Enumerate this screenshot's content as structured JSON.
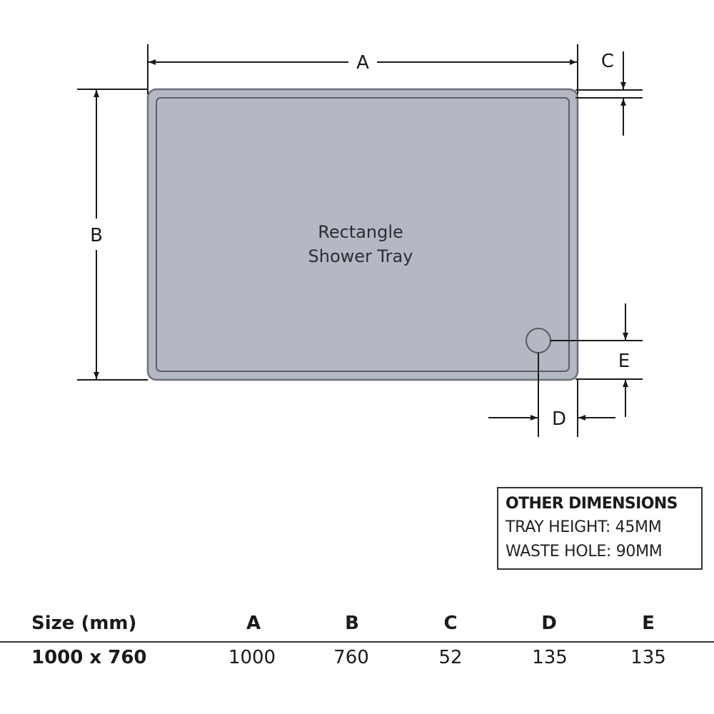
{
  "diagram": {
    "tray_label_line1": "Rectangle",
    "tray_label_line2": "Shower Tray",
    "labels": {
      "a": "A",
      "b": "B",
      "c": "C",
      "d": "D",
      "e": "E"
    },
    "colors": {
      "tray_fill": "#b3b8c2",
      "tray_stroke": "#6b707a",
      "line": "#1a1a1a"
    }
  },
  "other_dimensions": {
    "title": "OTHER DIMENSIONS",
    "lines": [
      "TRAY HEIGHT: 45MM",
      "WASTE HOLE: 90MM"
    ]
  },
  "table": {
    "headers": [
      "Size (mm)",
      "A",
      "B",
      "C",
      "D",
      "E"
    ],
    "rows": [
      [
        "1000 x 760",
        "1000",
        "760",
        "52",
        "135",
        "135"
      ]
    ]
  }
}
